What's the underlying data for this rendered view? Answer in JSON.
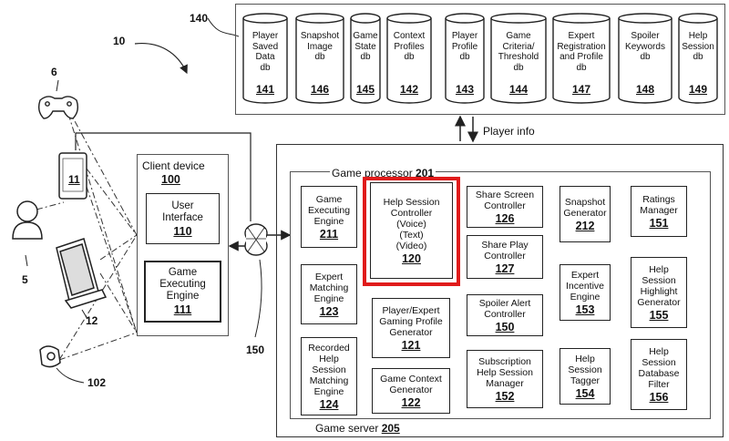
{
  "figure_ref": "10",
  "storage": {
    "ref": "140",
    "databases": [
      {
        "label": "Player\nSaved\nData\ndb",
        "num": "141"
      },
      {
        "label": "Snapshot\nImage\ndb",
        "num": "146"
      },
      {
        "label": "Game\nState\ndb",
        "num": "145"
      },
      {
        "label": "Context\nProfiles\ndb",
        "num": "142"
      },
      {
        "label": "Player\nProfile\ndb",
        "num": "143"
      },
      {
        "label": "Game\nCriteria/\nThreshold\ndb",
        "num": "144"
      },
      {
        "label": "Expert\nRegistration\nand Profile\ndb",
        "num": "147"
      },
      {
        "label": "Spoiler\nKeywords\ndb",
        "num": "148"
      },
      {
        "label": "Help\nSession\ndb",
        "num": "149"
      }
    ]
  },
  "player_info_label": "Player info",
  "client": {
    "title": "Client device",
    "num": "100",
    "user_interface": {
      "label": "User\nInterface",
      "num": "110"
    },
    "game_engine": {
      "label": "Game\nExecuting\nEngine",
      "num": "111"
    }
  },
  "devices": {
    "controller_ref": "6",
    "phone_ref": "11",
    "user_ref": "5",
    "display_ref": "12",
    "headset_ref": "102",
    "network_ref": "150"
  },
  "server": {
    "title": "Game server",
    "num": "205",
    "processor_title": "Game processor",
    "processor_num": "201",
    "modules": [
      {
        "key": "m211",
        "label": "Game\nExecuting\nEngine",
        "num": "211"
      },
      {
        "key": "m123",
        "label": "Expert\nMatching\nEngine",
        "num": "123"
      },
      {
        "key": "m124",
        "label": "Recorded\nHelp\nSession\nMatching\nEngine",
        "num": "124"
      },
      {
        "key": "m120",
        "label": "Help Session\nController\n(Voice)\n(Text)\n(Video)",
        "num": "120"
      },
      {
        "key": "m121",
        "label": "Player/Expert\nGaming Profile\nGenerator",
        "num": "121"
      },
      {
        "key": "m122",
        "label": "Game Context\nGenerator",
        "num": "122"
      },
      {
        "key": "m126",
        "label": "Share Screen\nController",
        "num": "126"
      },
      {
        "key": "m127",
        "label": "Share Play\nController",
        "num": "127"
      },
      {
        "key": "m150",
        "label": "Spoiler Alert\nController",
        "num": "150"
      },
      {
        "key": "m152",
        "label": "Subscription\nHelp Session\nManager",
        "num": "152"
      },
      {
        "key": "m212",
        "label": "Snapshot\nGenerator",
        "num": "212"
      },
      {
        "key": "m153",
        "label": "Expert\nIncentive\nEngine",
        "num": "153"
      },
      {
        "key": "m154",
        "label": "Help\nSession\nTagger",
        "num": "154"
      },
      {
        "key": "m151",
        "label": "Ratings\nManager",
        "num": "151"
      },
      {
        "key": "m155",
        "label": "Help\nSession\nHighlight\nGenerator",
        "num": "155"
      },
      {
        "key": "m156",
        "label": "Help\nSession\nDatabase\nFilter",
        "num": "156"
      }
    ]
  },
  "colors": {
    "highlight": "#e01b1b",
    "line": "#222222"
  }
}
